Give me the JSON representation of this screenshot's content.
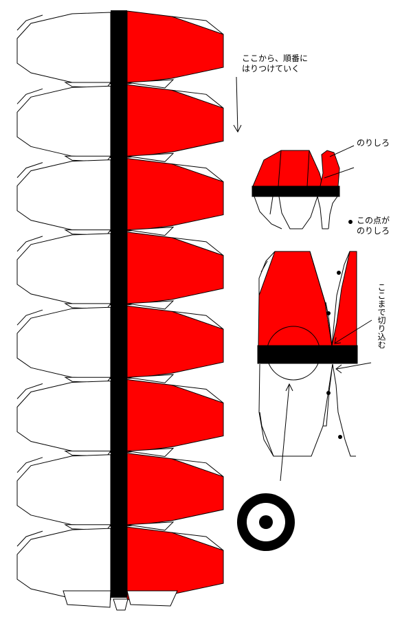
{
  "strip": {
    "segment_count": 8,
    "colors": {
      "red": "#ff0000",
      "black": "#000000",
      "white": "#ffffff"
    }
  },
  "labels": {
    "start_instruction_line1": "ここから、順番に",
    "start_instruction_line2": "はりつけていく",
    "glue_tab": "のりしろ",
    "dot_glue_line1": "この点が",
    "dot_glue_line2": "のりしろ",
    "cut_here": "ここまで切り込む"
  }
}
